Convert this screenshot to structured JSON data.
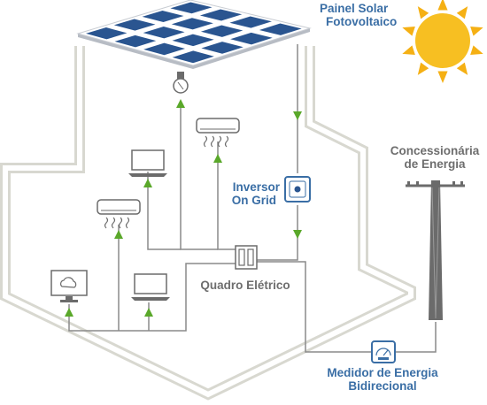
{
  "labels": {
    "solar_panel": [
      "Painel Solar",
      "Fotovoltaico"
    ],
    "inverter": [
      "Inversor",
      "On Grid"
    ],
    "utility": [
      "Concessionária",
      "de Energia"
    ],
    "switchboard": "Quadro Elétrico",
    "meter": [
      "Medidor de Energia",
      "Bidirecional"
    ]
  },
  "colors": {
    "house_outline": "#d8d8d0",
    "wire": "#8a8a8a",
    "arrow": "#5aa82a",
    "blue_label": "#3a6ea5",
    "gray_label": "#6e6e6e",
    "panel_cell": "#2a5590",
    "panel_frame": "#ffffff",
    "sun": "#f5b014",
    "sun_core": "#f7bf22",
    "pole": "#6b6b6b",
    "device_stroke": "#6b6b6b"
  },
  "icons": [
    "solar-panel-icon",
    "sun-icon",
    "light-bulb-icon",
    "air-conditioner-icon",
    "laptop-icon",
    "inverter-icon",
    "utility-pole-icon",
    "desktop-monitor-icon",
    "switchboard-icon",
    "energy-meter-icon"
  ]
}
